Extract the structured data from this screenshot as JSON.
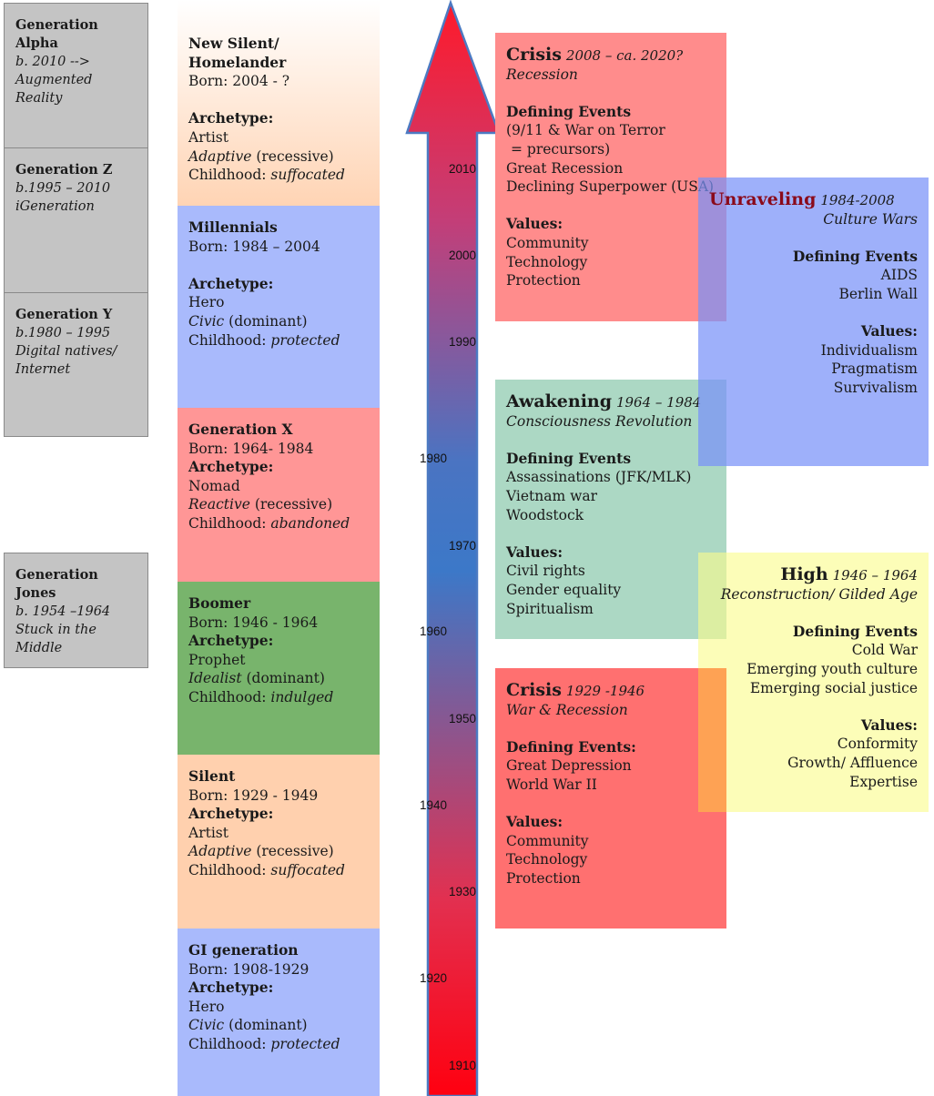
{
  "other_generations": [
    {
      "name": "Generation Alpha",
      "lines": [
        "b. 2010 -->",
        "Augmented",
        "Reality"
      ]
    },
    {
      "name": "Generation Z",
      "lines": [
        "b.1995 – 2010",
        "iGeneration"
      ]
    },
    {
      "name": "Generation Y",
      "lines": [
        "b.1980 – 1995",
        "Digital natives/",
        "Internet"
      ]
    },
    {
      "name": "Generation Jones",
      "lines": [
        "b. 1954 –1964",
        "Stuck in the Middle"
      ]
    }
  ],
  "generations": [
    {
      "name": "New Silent/ Homelander",
      "born": "Born: 2004 - ?",
      "archetype_label": "Archetype:",
      "archetype": "Artist",
      "type_name": "Adaptive",
      "type_mode": "(recessive)",
      "childhood_label": "Childhood:",
      "childhood": "suffocated"
    },
    {
      "name": "Millennials",
      "born": "Born: 1984 – 2004",
      "archetype_label": "Archetype:",
      "archetype": "Hero",
      "type_name": "Civic",
      "type_mode": "(dominant)",
      "childhood_label": "Childhood:",
      "childhood": "protected"
    },
    {
      "name": "Generation X",
      "born": "Born: 1964- 1984",
      "archetype_label": "Archetype:",
      "archetype": "Nomad",
      "type_name": "Reactive",
      "type_mode": "(recessive)",
      "childhood_label": "Childhood:",
      "childhood": "abandoned"
    },
    {
      "name": "Boomer",
      "born": "Born: 1946 - 1964",
      "archetype_label": "Archetype:",
      "archetype": "Prophet",
      "type_name": "Idealist",
      "type_mode": "(dominant)",
      "childhood_label": "Childhood:",
      "childhood": "indulged"
    },
    {
      "name": "Silent",
      "born": "Born: 1929 - 1949",
      "archetype_label": "Archetype:",
      "archetype": "Artist",
      "type_name": "Adaptive",
      "type_mode": "(recessive)",
      "childhood_label": "Childhood:",
      "childhood": "suffocated"
    },
    {
      "name": "GI generation",
      "born": "Born: 1908-1929",
      "archetype_label": "Archetype:",
      "archetype": "Hero",
      "type_name": "Civic",
      "type_mode": "(dominant)",
      "childhood_label": "Childhood:",
      "childhood": "protected"
    }
  ],
  "timeline_years": [
    "2010",
    "2000",
    "1990",
    "1980",
    "1970",
    "1960",
    "1950",
    "1940",
    "1930",
    "1920",
    "1910"
  ],
  "turnings": {
    "crisis_2008": {
      "title": "Crisis",
      "years": "2008 – ca. 2020?",
      "subtitle": "Recession",
      "events_label": "Defining Events",
      "events": [
        "(9/11 & War on Terror",
        "= precursors)",
        "Great Recession",
        "Declining Superpower (USA)"
      ],
      "values_label": "Values:",
      "values": [
        "Community",
        "Technology",
        "Protection"
      ]
    },
    "unraveling": {
      "title": "Unraveling",
      "years": "1984-2008",
      "subtitle": "Culture Wars",
      "events_label": "Defining Events",
      "events": [
        "AIDS",
        "Berlin Wall"
      ],
      "values_label": "Values:",
      "values": [
        "Individualism",
        "Pragmatism",
        "Survivalism"
      ]
    },
    "awakening": {
      "title": "Awakening",
      "years": "1964 – 1984",
      "subtitle": "Consciousness Revolution",
      "events_label": "Defining Events",
      "events": [
        "Assassinations (JFK/MLK)",
        "Vietnam war",
        "Woodstock"
      ],
      "values_label": "Values:",
      "values": [
        "Civil rights",
        "Gender equality",
        "Spiritualism"
      ]
    },
    "high": {
      "title": "High",
      "years": "1946 – 1964",
      "subtitle": "Reconstruction/ Gilded Age",
      "events_label": "Defining Events",
      "events": [
        "Cold War",
        "Emerging youth culture",
        "Emerging social justice"
      ],
      "values_label": "Values:",
      "values": [
        "Conformity",
        "Growth/ Affluence",
        "Expertise"
      ]
    },
    "crisis_1929": {
      "title": "Crisis",
      "years": "1929 -1946",
      "subtitle": "War & Recession",
      "events_label": "Defining Events:",
      "events": [
        "Great Depression",
        "World War II"
      ],
      "values_label": "Values:",
      "values": [
        "Community",
        "Technology",
        "Protection"
      ]
    }
  },
  "colors": {
    "gray": "#c4c4c4",
    "peach": "#ffd0ae",
    "blue": "#a9bafc",
    "red": "#ff9494",
    "green": "#78b46c",
    "crisis_top": "#ff8c8c",
    "crisis_bottom": "#ff7070",
    "awakening": "#acd8c4",
    "unraveling": "#98a8f8",
    "high": "#fbfcb0",
    "arrow_red": "#ff0010",
    "arrow_blue": "#3c78c8"
  }
}
